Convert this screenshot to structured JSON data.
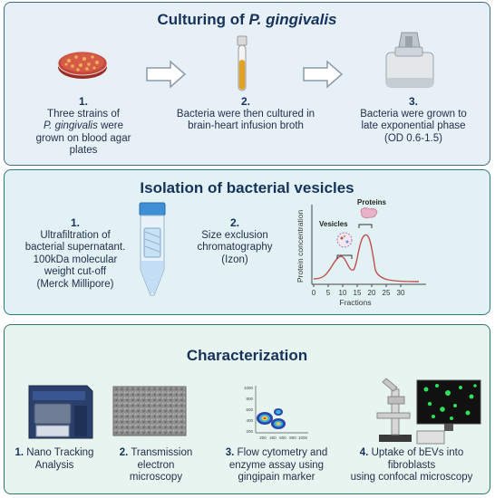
{
  "culturing": {
    "title_prefix": "Culturing of ",
    "title_species": "P. gingivalis",
    "step1": {
      "num": "1.",
      "line1": "Three strains of",
      "species": "P. gingivalis",
      "line2_suffix": " were",
      "line3": "grown on blood agar",
      "line4": "plates"
    },
    "step2": {
      "num": "2.",
      "line1": "Bacteria were then cultured in",
      "line2": "brain-heart infusion broth"
    },
    "step3": {
      "num": "3.",
      "line1": "Bacteria were grown to",
      "line2": "late exponential phase",
      "line3": "(OD 0.6-1.5)"
    }
  },
  "isolation": {
    "title": "Isolation of bacterial vesicles",
    "step1": {
      "num": "1.",
      "line1": "Ultrafiltration of",
      "line2": "bacterial supernatant.",
      "line3": "100kDa molecular",
      "line4": "weight cut-off",
      "line5": "(Merck Millipore)"
    },
    "step2": {
      "num": "2.",
      "line1": "Size exclusion",
      "line2": "chromatography",
      "line3": "(Izon)"
    },
    "chart": {
      "ylabel": "Protein concentration",
      "xlabel": "Fractions",
      "ticks": [
        "0",
        "5",
        "10",
        "15",
        "20",
        "25",
        "30"
      ],
      "label_vesicles": "Vesicles",
      "label_proteins": "Proteins"
    }
  },
  "characterization": {
    "title": "Characterization",
    "item1": {
      "num": "1.",
      "line1": " Nano Tracking",
      "line2": "Analysis"
    },
    "item2": {
      "num": "2.",
      "line1": " Transmission electron",
      "line2": "microscopy"
    },
    "item3": {
      "num": "3.",
      "line1": " Flow cytometry and",
      "line2": "enzyme assay using",
      "line3": "gingipain marker"
    },
    "item4": {
      "num": "4.",
      "line1": " Uptake of bEVs into fibroblasts",
      "line2": "using confocal microscopy"
    },
    "flow_ticks_y": [
      "1000",
      "800",
      "600",
      "400",
      "200"
    ],
    "flow_ticks_x": [
      "200",
      "400",
      "600",
      "800",
      "1000"
    ]
  },
  "colors": {
    "panel1": "#e6f0f6",
    "panel2": "#e2f2f4",
    "panel3": "#e7f4ef",
    "title": "#16325a",
    "curve": "#c0504d"
  }
}
